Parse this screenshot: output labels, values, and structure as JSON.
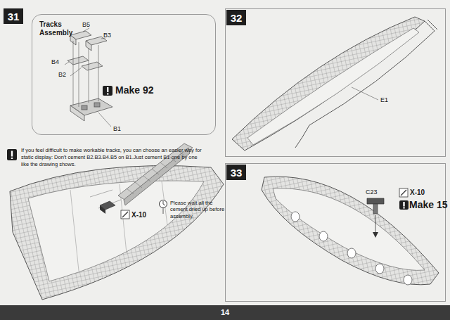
{
  "diagram": {
    "nodes": [
      {
        "text": [
          "31"
        ]
      },
      {
        "text": [
          "Tracks Assembly",
          "Make 92"
        ]
      },
      {
        "text": [
          "32"
        ]
      },
      {
        "text": [
          "33"
        ]
      }
    ],
    "labels": [
      "B5",
      "B3",
      "B4",
      "B2",
      "B1",
      "If you feel difficult to make workable tracks, you can choose an easier way for static display: Don't cement B2.B3.B4.B5 on B1.Just cement B1 one by one like the drawing shows.",
      "X-10",
      "Please wait all the cement dried up before assembly.",
      "E1",
      "C23",
      "X-10",
      "Make 15",
      "14"
    ]
  }
}
